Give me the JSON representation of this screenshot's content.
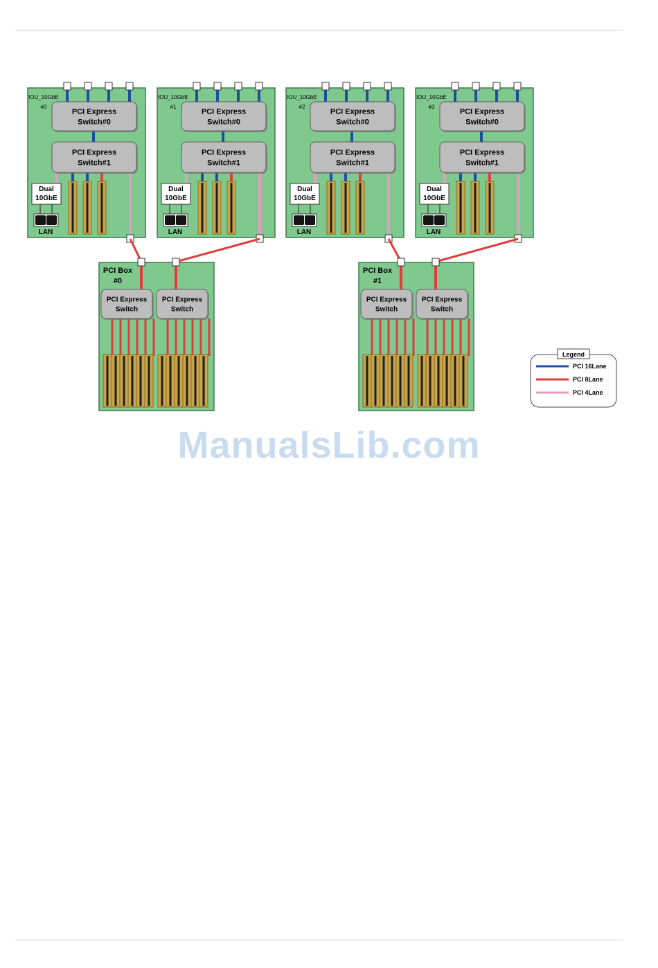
{
  "colors": {
    "board": "#7fc98f",
    "board_stroke": "#3e7a4c",
    "switch_fill": "#bdbdbd",
    "lane16": "#1f4f9c",
    "lane8": "#e03c3c",
    "lane4": "#e79ac8",
    "slot": "#c8a54a"
  },
  "ious": [
    {
      "name": "IOU_10GbE",
      "id": "#0",
      "switch0": [
        "PCI Express",
        "Switch#0"
      ],
      "switch1": [
        "PCI Express",
        "Switch#1"
      ],
      "nic": [
        "Dual",
        "10GbE"
      ],
      "lan": "LAN"
    },
    {
      "name": "IOU_10GbE",
      "id": "#1",
      "switch0": [
        "PCI Express",
        "Switch#0"
      ],
      "switch1": [
        "PCI Express",
        "Switch#1"
      ],
      "nic": [
        "Dual",
        "10GbE"
      ],
      "lan": "LAN"
    },
    {
      "name": "IOU_10GbE",
      "id": "#2",
      "switch0": [
        "PCI Express",
        "Switch#0"
      ],
      "switch1": [
        "PCI Express",
        "Switch#1"
      ],
      "nic": [
        "Dual",
        "10GbE"
      ],
      "lan": "LAN"
    },
    {
      "name": "IOU_10GbE",
      "id": "#3",
      "switch0": [
        "PCI Express",
        "Switch#0"
      ],
      "switch1": [
        "PCI Express",
        "Switch#1"
      ],
      "nic": [
        "Dual",
        "10GbE"
      ],
      "lan": "LAN"
    }
  ],
  "boxes": [
    {
      "name": "PCI Box",
      "id": "#0",
      "switches": [
        [
          "PCI Express",
          "Switch"
        ],
        [
          "PCI Express",
          "Switch"
        ]
      ]
    },
    {
      "name": "PCI Box",
      "id": "#1",
      "switches": [
        [
          "PCI Express",
          "Switch"
        ],
        [
          "PCI Express",
          "Switch"
        ]
      ]
    }
  ],
  "legend": {
    "title": "Legend",
    "items": [
      {
        "label": "PCI 16Lane",
        "color": "#1f4f9c"
      },
      {
        "label": "PCI  8Lane",
        "color": "#e03c3c"
      },
      {
        "label": "PCI  4Lane",
        "color": "#e79ac8"
      }
    ]
  },
  "watermark": "ManualsLib.com"
}
